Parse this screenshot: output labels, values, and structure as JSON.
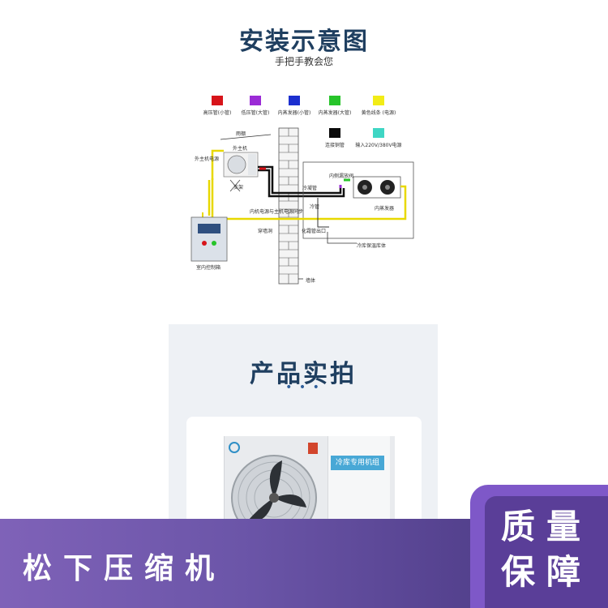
{
  "header": {
    "title": "安装示意图",
    "subtitle": "手把手教会您"
  },
  "legend": [
    {
      "label": "高压管(小管)",
      "color": "#d7141a"
    },
    {
      "label": "低压管(大管)",
      "color": "#9b2bd6"
    },
    {
      "label": "内蒸发器(小管)",
      "color": "#1c2fcf"
    },
    {
      "label": "内蒸发器(大管)",
      "color": "#27c42a"
    },
    {
      "label": "黄色线条 (电源)",
      "color": "#f2ec16"
    },
    {
      "label": "连接铜管",
      "color": "#0a0a0a"
    },
    {
      "label": "输入220V/380V电源",
      "color": "#3fd6c4"
    }
  ],
  "diagram": {
    "labels": {
      "rain_cover": "雨棚",
      "outdoor_unit": "外主机",
      "outdoor_power": "外主机电源",
      "bracket": "支架",
      "inner_drain": "内侧漏放阀",
      "condenser_pipe": "冷凝管",
      "evaporator": "内蒸发器",
      "cold_pipe": "冷管",
      "sync_power": "内机电源与主机电源同步",
      "wall_pass": "穿墙洞",
      "defrost_pipe": "化霜管出口",
      "cold_room": "冷库保温库体",
      "wall": "墙体",
      "controller": "室内控制箱"
    }
  },
  "product": {
    "title": "产品实拍",
    "dots": "• • •",
    "unit_label": "冷库专用机组"
  },
  "footer": {
    "left_text": "松下压缩机",
    "badge_line1": "质量",
    "badge_line2": "保障"
  }
}
